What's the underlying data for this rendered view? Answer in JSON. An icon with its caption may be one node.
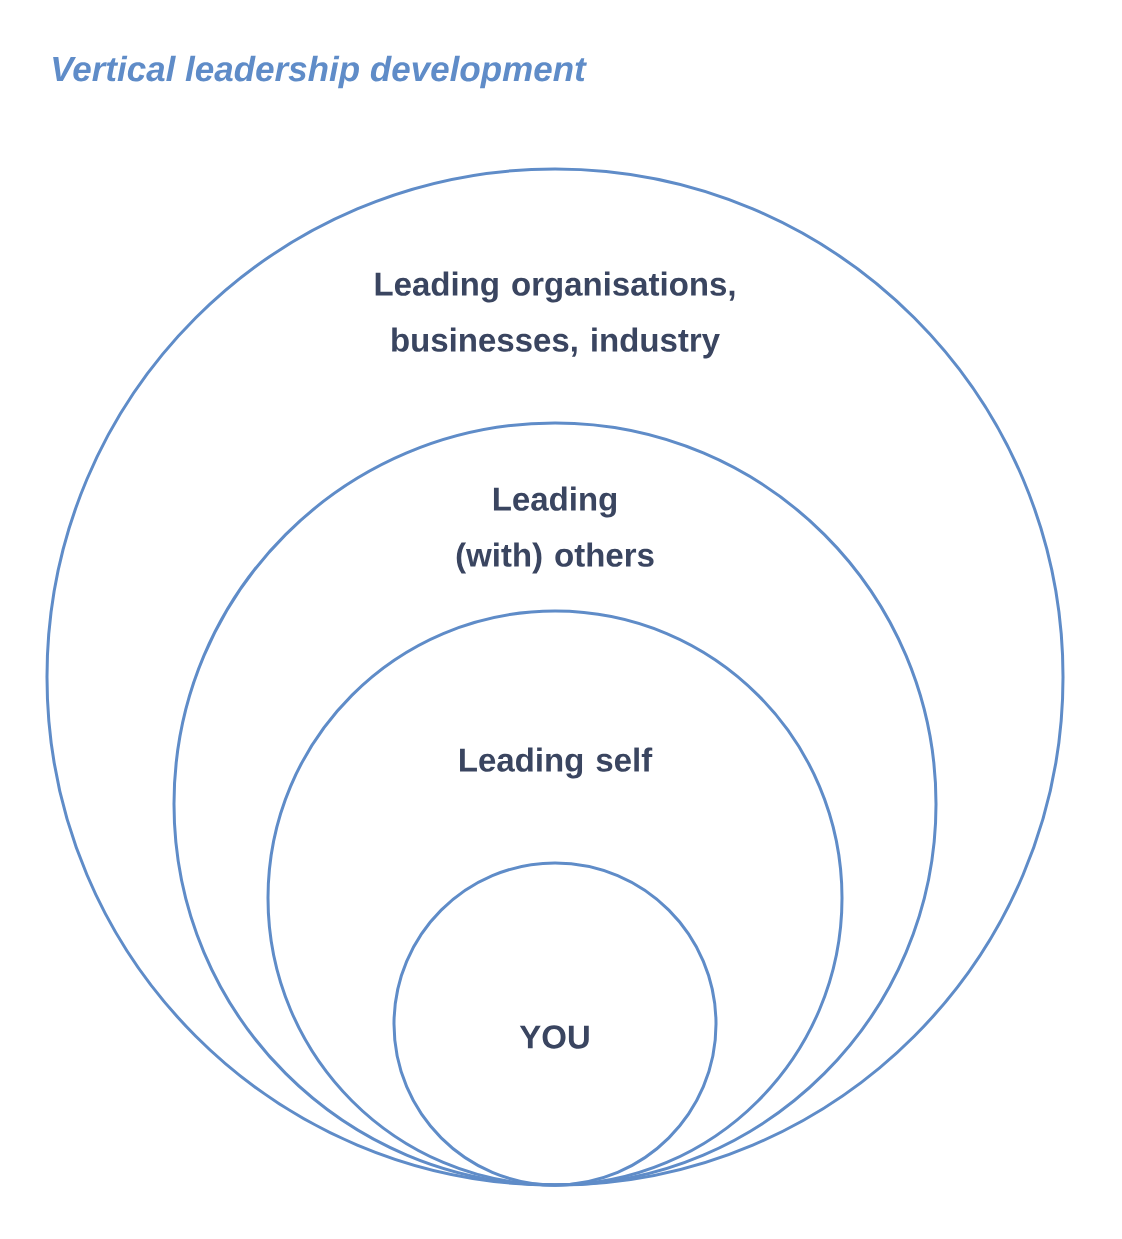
{
  "diagram": {
    "title": "Vertical leadership development",
    "nodes": [
      {
        "text": [
          "Leading organisations, businesses, industry"
        ]
      },
      {
        "text": [
          "Leading (with) others"
        ],
        "in": 0
      },
      {
        "text": [
          "Leading self"
        ],
        "in": 1
      },
      {
        "text": [
          "YOU"
        ],
        "in": 2
      }
    ]
  }
}
